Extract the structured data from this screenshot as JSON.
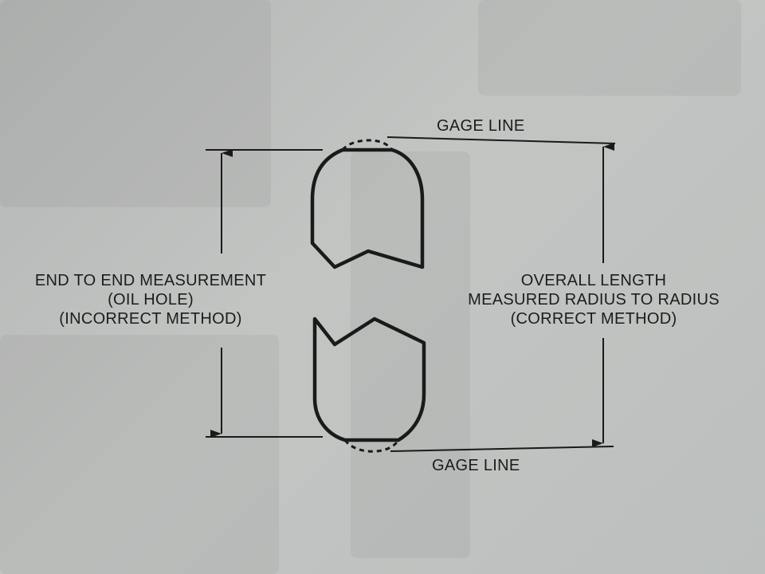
{
  "diagram": {
    "gage_line_top": "GAGE LINE",
    "gage_line_bottom": "GAGE LINE",
    "left_caption": [
      "END TO END MEASUREMENT",
      "(OIL HOLE)",
      "(INCORRECT METHOD)"
    ],
    "right_caption": [
      "OVERALL LENGTH",
      "MEASURED RADIUS TO RADIUS",
      "(CORRECT METHOD)"
    ]
  },
  "colors": {
    "paper": "#bfc1bf",
    "ink": "#1a1a1a"
  }
}
